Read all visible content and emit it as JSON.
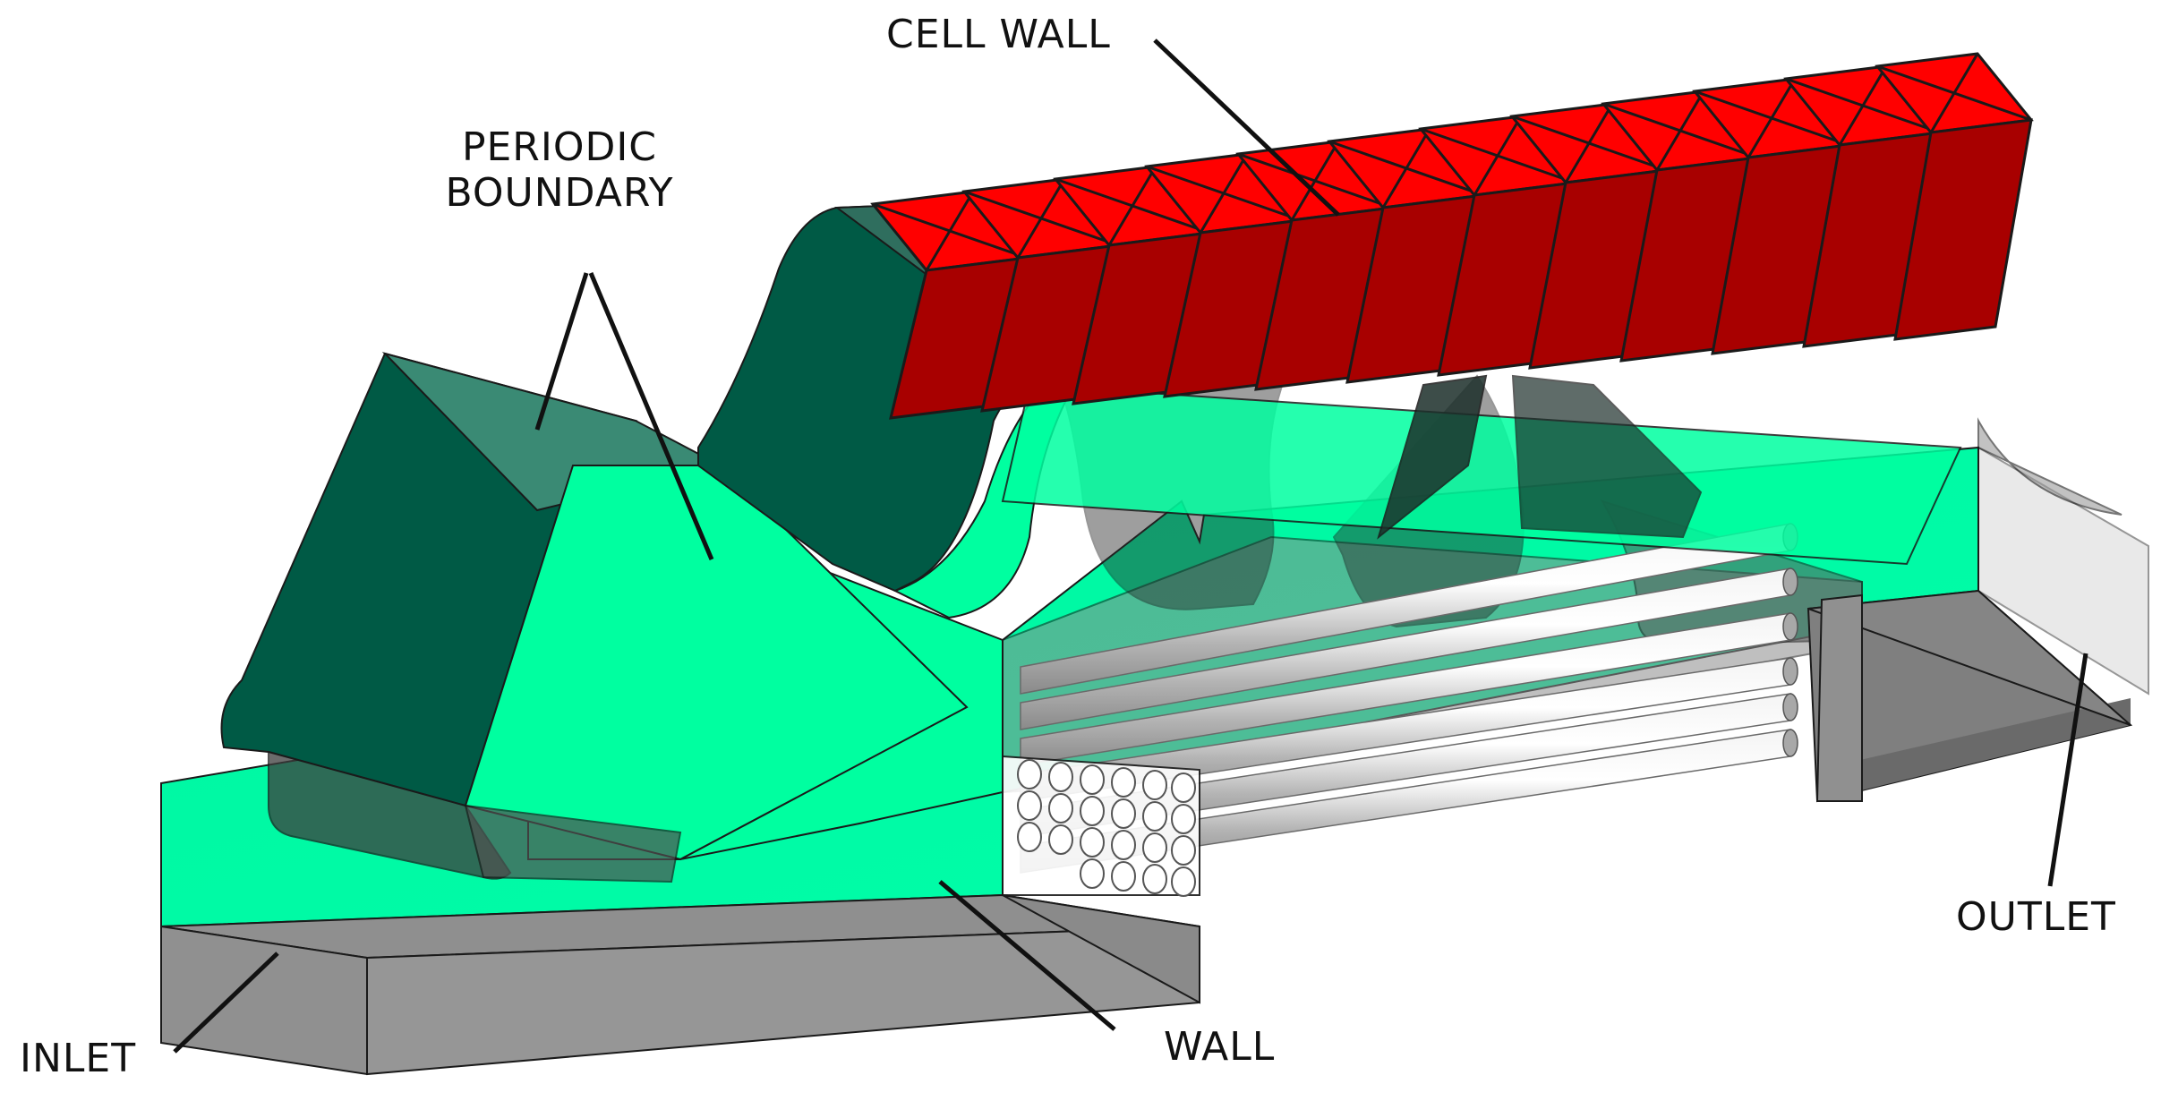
{
  "labels": {
    "cell_wall": "CELL WALL",
    "periodic_line1": "PERIODIC",
    "periodic_line2": "BOUNDARY",
    "inlet": "INLET",
    "wall": "WALL",
    "outlet": "OUTLET"
  },
  "colors": {
    "cell_wall_red": "#ff0000",
    "cell_wall_dark_red": "#a80000",
    "periodic_green": "#00ffa0",
    "periodic_dark_green": "#005a45",
    "wall_grey": "#909090",
    "tube_grey": "#c8c8c8"
  }
}
